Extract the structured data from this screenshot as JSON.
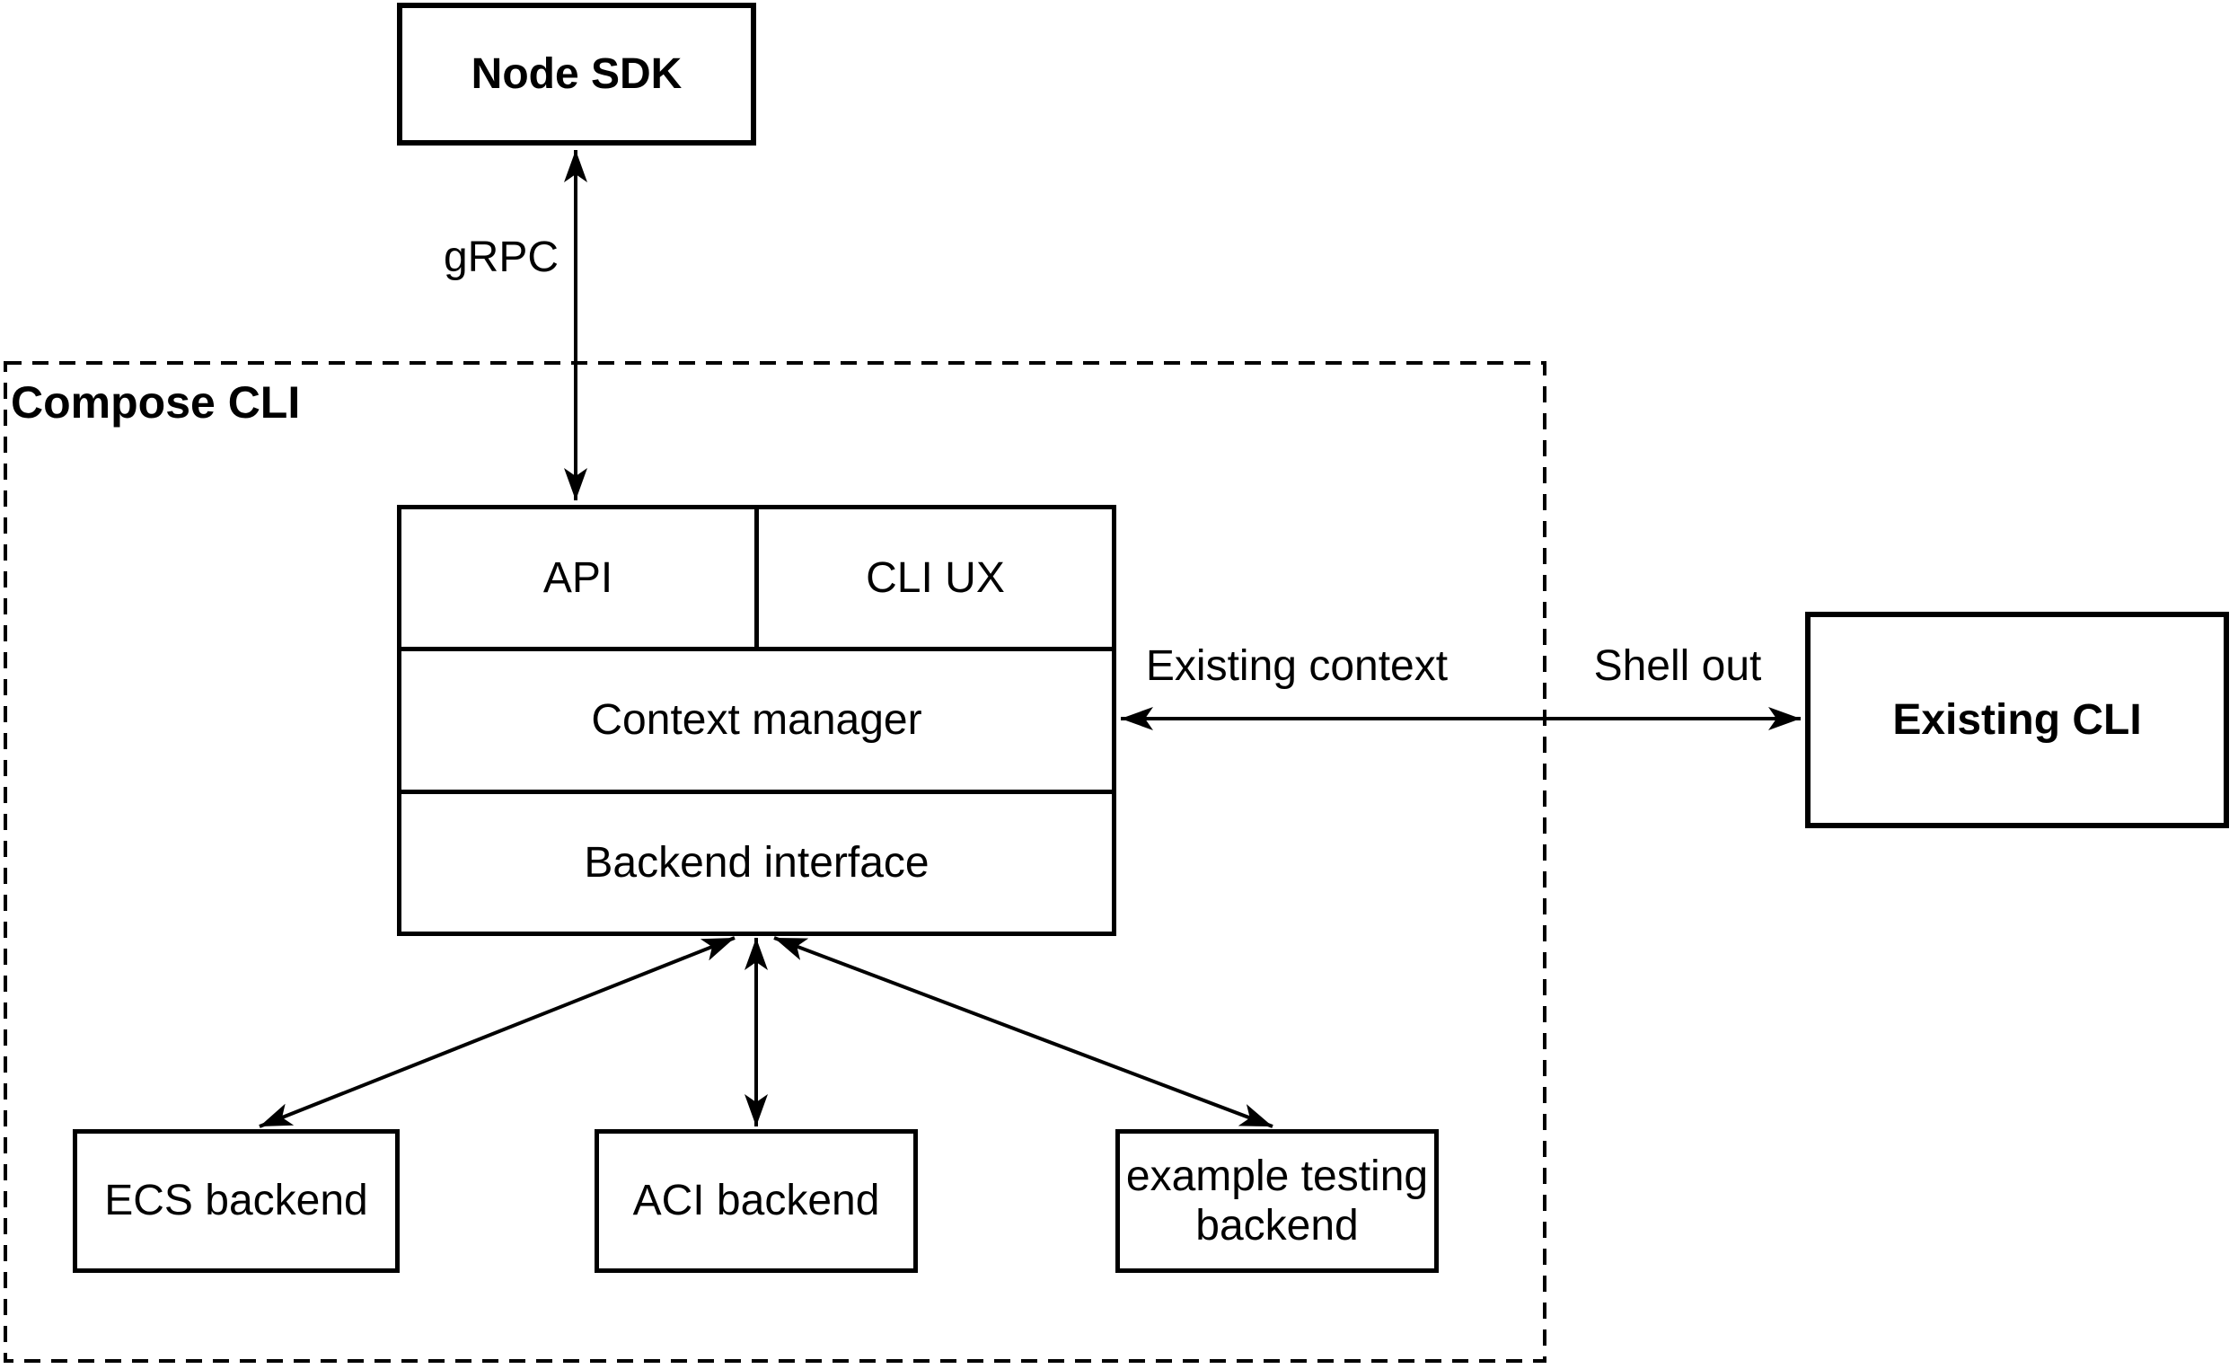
{
  "diagram": {
    "background": "#ffffff",
    "stroke_color": "#000000",
    "text_color": "#000000",
    "container": {
      "label": "Compose CLI"
    },
    "nodes": {
      "node_sdk": {
        "label": "Node SDK"
      },
      "api": {
        "label": "API"
      },
      "cli_ux": {
        "label": "CLI UX"
      },
      "context_manager": {
        "label": "Context manager"
      },
      "backend_interface": {
        "label": "Backend interface"
      },
      "existing_cli": {
        "label": "Existing CLI"
      },
      "ecs_backend": {
        "label": "ECS backend"
      },
      "aci_backend": {
        "label": "ACI backend"
      },
      "example_testing_backend": {
        "label": "example testing backend"
      }
    },
    "edge_labels": {
      "grpc": "gRPC",
      "existing_context": "Existing context",
      "shell_out": "Shell out"
    }
  }
}
